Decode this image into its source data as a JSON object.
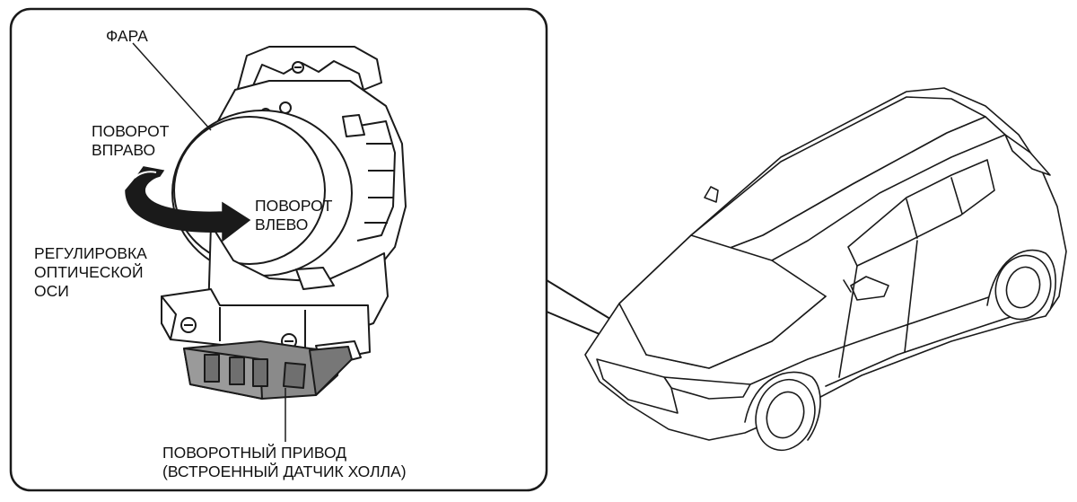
{
  "labels": {
    "headlamp": "ФАРА",
    "swivel_right": [
      "ПОВОРОТ",
      "ВПРАВО"
    ],
    "swivel_left": [
      "ПОВОРОТ",
      "ВЛЕВО"
    ],
    "aiming": [
      "РЕГУЛИРОВКА",
      "ОПТИЧЕСКОЙ",
      "ОСИ"
    ],
    "actuator": [
      "ПОВОРОТНЫЙ ПРИВОД",
      "(ВСТРОЕННЫЙ ДАТЧИК ХОЛЛА)"
    ]
  },
  "colors": {
    "line": "#1a1a1a",
    "actuator_fill": "#8a8a8a",
    "arrow_fill": "#1a1a1a",
    "background": "#ffffff"
  }
}
